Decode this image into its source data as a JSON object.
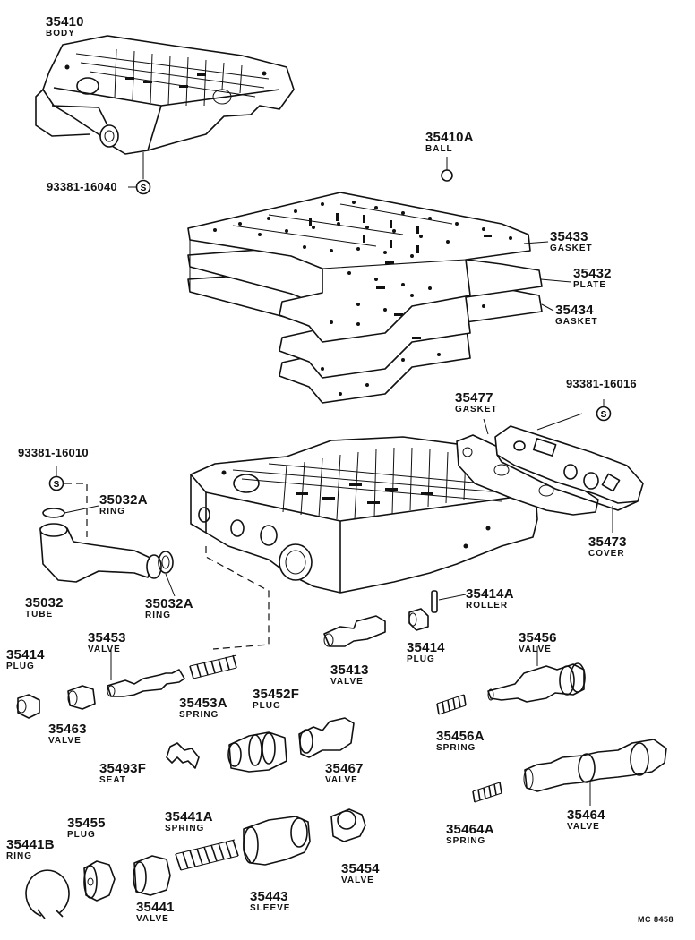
{
  "callouts": [
    {
      "id": "body",
      "number": "35410",
      "name": "BODY"
    },
    {
      "id": "ball",
      "number": "35410A",
      "name": "BALL"
    },
    {
      "id": "gasket-upper",
      "number": "35433",
      "name": "GASKET"
    },
    {
      "id": "plate",
      "number": "35432",
      "name": "PLATE"
    },
    {
      "id": "gasket-lower",
      "number": "35434",
      "name": "GASKET"
    },
    {
      "id": "cover-gasket",
      "number": "35477",
      "name": "GASKET"
    },
    {
      "id": "cover",
      "number": "35473",
      "name": "COVER"
    },
    {
      "id": "ring-upper",
      "number": "35032A",
      "name": "RING"
    },
    {
      "id": "tube",
      "number": "35032",
      "name": "TUBE"
    },
    {
      "id": "ring-lower",
      "number": "35032A",
      "name": "RING"
    },
    {
      "id": "roller",
      "number": "35414A",
      "name": "ROLLER"
    },
    {
      "id": "plug-left",
      "number": "35414",
      "name": "PLUG"
    },
    {
      "id": "valve-35453",
      "number": "35453",
      "name": "VALVE"
    },
    {
      "id": "valve-35413",
      "number": "35413",
      "name": "VALVE"
    },
    {
      "id": "plug-right",
      "number": "35414",
      "name": "PLUG"
    },
    {
      "id": "valve-35456",
      "number": "35456",
      "name": "VALVE"
    },
    {
      "id": "valve-35463",
      "number": "35463",
      "name": "VALVE"
    },
    {
      "id": "spring-35453a",
      "number": "35453A",
      "name": "SPRING"
    },
    {
      "id": "plug-35452f",
      "number": "35452F",
      "name": "PLUG"
    },
    {
      "id": "spring-35456a",
      "number": "35456A",
      "name": "SPRING"
    },
    {
      "id": "seat",
      "number": "35493F",
      "name": "SEAT"
    },
    {
      "id": "valve-35467",
      "number": "35467",
      "name": "VALVE"
    },
    {
      "id": "spring-35441a",
      "number": "35441A",
      "name": "SPRING"
    },
    {
      "id": "plug-35455",
      "number": "35455",
      "name": "PLUG"
    },
    {
      "id": "spring-35464a",
      "number": "35464A",
      "name": "SPRING"
    },
    {
      "id": "valve-35464",
      "number": "35464",
      "name": "VALVE"
    },
    {
      "id": "ring-35441b",
      "number": "35441B",
      "name": "RING"
    },
    {
      "id": "valve-35454",
      "number": "35454",
      "name": "VALVE"
    },
    {
      "id": "sleeve",
      "number": "35443",
      "name": "SLEEVE"
    },
    {
      "id": "valve-35441",
      "number": "35441",
      "name": "VALVE"
    }
  ],
  "bolts": [
    {
      "id": "bolt-body",
      "number": "93381-16040"
    },
    {
      "id": "bolt-cover",
      "number": "93381-16016"
    },
    {
      "id": "bolt-tube",
      "number": "93381-16010"
    }
  ],
  "bolt_symbol": "S",
  "diagram_code": "MC 8458",
  "icons": {
    "bolt": "bolt-symbol-icon",
    "ball": "ball-icon"
  }
}
